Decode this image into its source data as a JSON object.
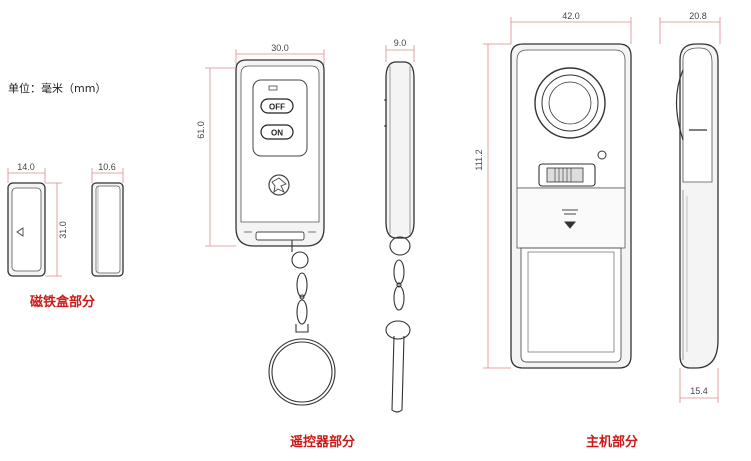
{
  "unit_label": "单位：毫米（mm）",
  "dimensions": {
    "magnet_width": "14.0",
    "magnet_height": "31.0",
    "magnet_depth": "10.6",
    "remote_width": "30.0",
    "remote_height": "61.0",
    "remote_depth": "9.0",
    "main_width": "42.0",
    "main_height": "111.2",
    "main_depth_top": "20.8",
    "main_depth_bottom": "15.4"
  },
  "remote_buttons": {
    "off": "OFF",
    "on": "ON"
  },
  "captions": {
    "magnet": "磁铁盒部分",
    "remote": "遥控器部分",
    "main": "主机部分"
  },
  "colors": {
    "dimension_line": "#d98a8a",
    "caption": "#cc1a1a",
    "outline": "#333333"
  }
}
